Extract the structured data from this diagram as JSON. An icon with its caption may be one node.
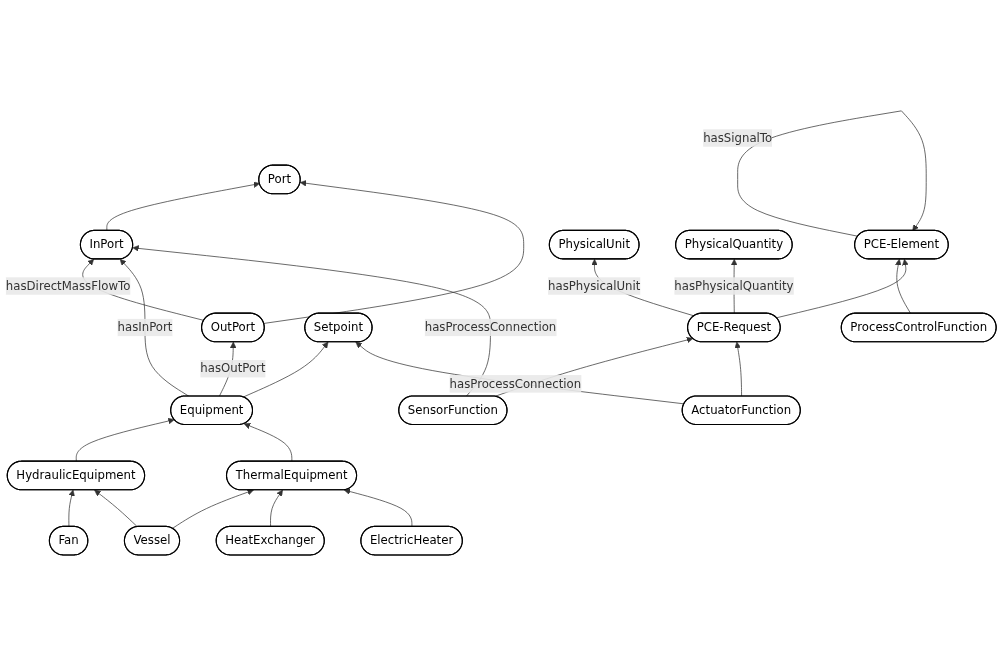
{
  "diagram": {
    "nodes": [
      {
        "text": [
          "Port"
        ]
      },
      {
        "text": [
          "InPort"
        ]
      },
      {
        "text": [
          "OutPort"
        ]
      },
      {
        "text": [
          "PCE-Element"
        ]
      },
      {
        "text": [
          "Equipment"
        ]
      },
      {
        "text": [
          "ProcessControlFunction"
        ]
      },
      {
        "text": [
          "Setpoint"
        ]
      },
      {
        "text": [
          "ThermalEquipment"
        ]
      },
      {
        "text": [
          "HydraulicEquipment"
        ]
      },
      {
        "text": [
          "PCE-Request"
        ]
      },
      {
        "text": [
          "Fan"
        ]
      },
      {
        "text": [
          "Vessel"
        ]
      },
      {
        "text": [
          "SensorFunction"
        ]
      },
      {
        "text": [
          "PhysicalUnit"
        ]
      },
      {
        "text": [
          "HeatExchanger"
        ]
      },
      {
        "text": [
          "PhysicalQuantity"
        ]
      },
      {
        "text": [
          "ActuatorFunction"
        ]
      },
      {
        "text": [
          "ElectricHeater"
        ]
      }
    ],
    "edges": [
      {
        "from": 1,
        "to": 0,
        "arrow": "to"
      },
      {
        "from": 2,
        "to": 0,
        "arrow": "to"
      },
      {
        "from": 2,
        "to": 1,
        "arrow": "to",
        "label": "hasDirectMassFlowTo"
      },
      {
        "from": 3,
        "to": 3,
        "arrow": "to",
        "label": "hasSignalTo"
      },
      {
        "from": 4,
        "to": 1,
        "arrow": "to",
        "label": "hasInPort"
      },
      {
        "from": 4,
        "to": 2,
        "arrow": "to",
        "label": "hasOutPort"
      },
      {
        "from": 4,
        "to": 6,
        "arrow": "to"
      },
      {
        "from": 5,
        "to": 3,
        "arrow": "to"
      },
      {
        "from": 9,
        "to": 3,
        "arrow": "to"
      },
      {
        "from": 8,
        "to": 4,
        "arrow": "to"
      },
      {
        "from": 7,
        "to": 4,
        "arrow": "to"
      },
      {
        "from": 12,
        "to": 1,
        "arrow": "to",
        "label": "hasProcessConnection"
      },
      {
        "from": 12,
        "to": 9,
        "arrow": "to"
      },
      {
        "from": 16,
        "to": 9,
        "arrow": "to"
      },
      {
        "from": 9,
        "to": 13,
        "arrow": "to",
        "label": "hasPhysicalUnit"
      },
      {
        "from": 9,
        "to": 15,
        "arrow": "to",
        "label": "hasPhysicalQuantity"
      },
      {
        "from": 16,
        "to": 6,
        "arrow": "to",
        "label": "hasProcessConnection"
      },
      {
        "from": 10,
        "to": 8,
        "arrow": "to"
      },
      {
        "from": 11,
        "to": 8,
        "arrow": "to"
      },
      {
        "from": 11,
        "to": 7,
        "arrow": "to"
      },
      {
        "from": 14,
        "to": 7,
        "arrow": "to"
      },
      {
        "from": 17,
        "to": 7,
        "arrow": "to"
      }
    ]
  }
}
